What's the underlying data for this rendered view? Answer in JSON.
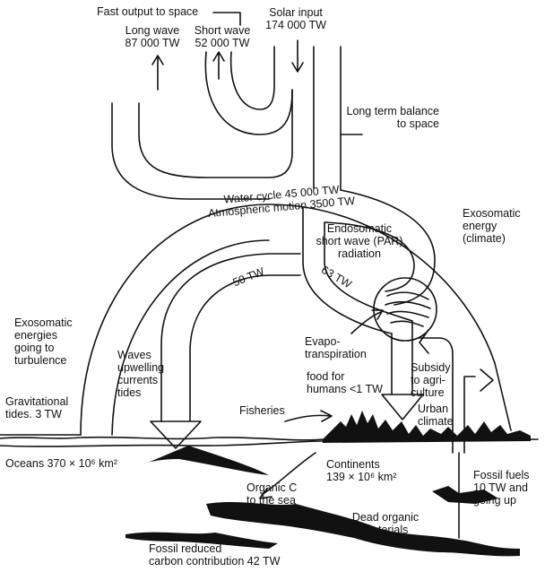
{
  "colors": {
    "ink": "#111111",
    "paper": "#ffffff"
  },
  "labels": {
    "fast_output": "Fast output to space",
    "long_wave": "Long wave\n87 000 TW",
    "short_wave": "Short wave\n52 000 TW",
    "solar_input": "Solar input\n174 000 TW",
    "long_term_balance": "Long term balance\nto space",
    "water_cycle": "Water cycle 45 000 TW",
    "atmospheric_motion": "Atmospheric motion 3500 TW",
    "exosomatic_climate": "Exosomatic\nenergy\n(climate)",
    "endosomatic": "Endosomatic\nshort wave (PAR)\nradiation",
    "tw50": "50 TW",
    "tw63": "63 TW",
    "exosomatic_turbulence": "Exosomatic\nenergies\ngoing to\nturbulence",
    "evapotranspiration": "Evapo-\ntranspiration",
    "waves": "Waves\nupwelling\ncurrents\ntides",
    "food": "food for\nhumans <1 TW",
    "subsidy": "Subsidy\nto agri-\nculture",
    "gravitational": "Gravitational\ntides. 3 TW",
    "fisheries": "Fisheries",
    "urban_climate": "Urban\nclimate",
    "oceans": "Oceans 370 × 10⁶ km²",
    "continents": "Continents\n139 × 10⁶ km²",
    "organic_c": "Organic C\nto the sea",
    "fossil_fuels": "Fossil fuels\n10 TW and\ngoing up",
    "dead_organic": "Dead organic\nmaterials",
    "fossil_reduced": "Fossil reduced\ncarbon contribution 42 TW"
  }
}
